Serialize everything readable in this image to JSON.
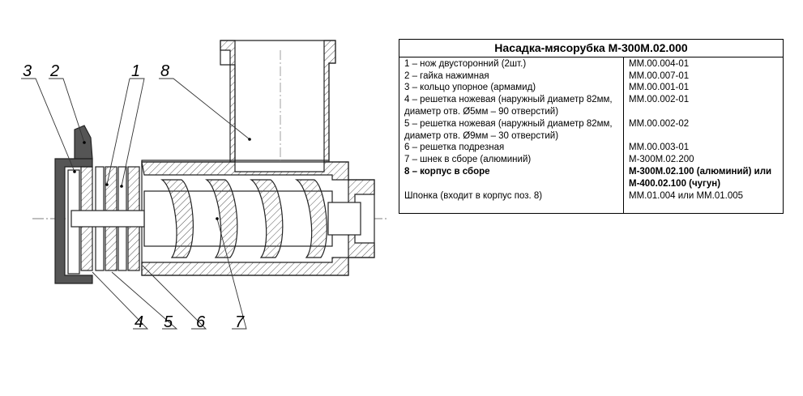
{
  "title": "Насадка-мясорубка М-300М.02.000",
  "callouts": [
    "1",
    "2",
    "3",
    "4",
    "5",
    "6",
    "7",
    "8"
  ],
  "parts": [
    {
      "desc": "1 –  нож двусторонний (2шт.)",
      "code": "ММ.00.004-01",
      "bold": false
    },
    {
      "desc": "2 – гайка нажимная",
      "code": "ММ.00.007-01",
      "bold": false
    },
    {
      "desc": "3 –  кольцо упорное (армамид)",
      "code": "ММ.00.001-01",
      "bold": false
    },
    {
      "desc": "4 – решетка ножевая (наружный диаметр 82мм,  диаметр отв. Ø5мм – 90 отверстий)",
      "code": "ММ.00.002-01",
      "bold": false
    },
    {
      "desc": "5 –  решетка ножевая (наружный диаметр 82мм,  диаметр отв. Ø9мм – 30 отверстий)",
      "code": "ММ.00.002-02",
      "bold": false
    },
    {
      "desc": "6 – решетка подрезная",
      "code": "ММ.00.003-01",
      "bold": false
    },
    {
      "desc": "7 – шнек в сборе (алюминий)",
      "code": "М-300М.02.200",
      "bold": false
    },
    {
      "desc": "8 – корпус в сборе",
      "code": "М-300М.02.100 (алюминий) или М-400.02.100 (чугун)",
      "bold": true
    },
    {
      "desc": "Шпонка (входит в корпус поз. 8)",
      "code": "ММ.01.004 или ММ.01.005",
      "bold": false
    }
  ]
}
